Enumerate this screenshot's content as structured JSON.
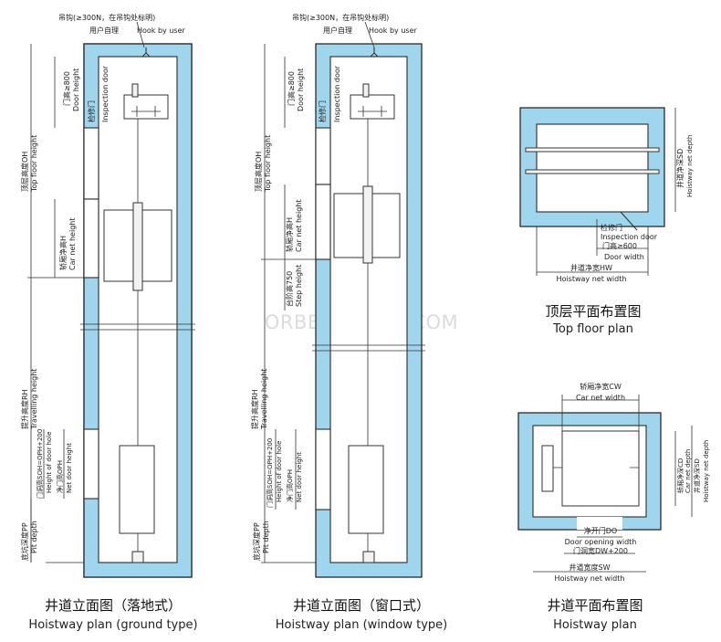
{
  "watermark": "ORBELIGROUP.COM",
  "hook_labels": {
    "cn": "吊钩(≥300N，在吊钩处标明)",
    "cn2": "用户自理",
    "en": "Hook by user"
  },
  "ground_type": {
    "caption_cn": "井道立面图（落地式）",
    "caption_en": "Hoistway plan (ground type)",
    "door_cn": "门高≥800",
    "door_en": "Door height",
    "insp_cn": "检修门",
    "insp_en": "Inspection door",
    "oh_cn": "顶层高度OH",
    "oh_en": "Top floor height",
    "car_cn": "轿厢净高H",
    "car_en": "Car net height",
    "rh_cn": "提升高度RH",
    "rh_en": "Travelling height",
    "soh_cn": "门洞高SOH=OPH+200",
    "soh_en": "Height of door hole",
    "oph_cn": "净门高OPH",
    "oph_en": "Net door height",
    "pp_cn": "底坑深度PP",
    "pp_en": "Pit depth"
  },
  "window_type": {
    "caption_cn": "井道立面图（窗口式）",
    "caption_en": "Hoistway plan (window type)",
    "door_cn": "门高≥800",
    "door_en": "Door height",
    "insp_cn": "检修门",
    "insp_en": "Inspection door",
    "oh_cn": "顶层高度OH",
    "oh_en": "Top floor height",
    "car_cn": "轿厢净高H",
    "car_en": "Car net height",
    "step_cn": "台阶高750",
    "step_en": "Step height",
    "rh_cn": "提升高度RH",
    "rh_en": "Travelling height",
    "soh_cn": "门洞高SOH=OPH+200",
    "soh_en": "Height of door hole",
    "oph_cn": "净门高OPH",
    "oph_en": "Net door height",
    "pp_cn": "底坑深度PP",
    "pp_en": "Pit depth"
  },
  "top_floor": {
    "caption_cn": "顶层平面布置图",
    "caption_en": "Top floor plan",
    "sd_cn": "井道净深SD",
    "sd_en": "Hoistway net depth",
    "insp_cn": "检修门",
    "insp_en": "Inspection door",
    "door_cn": "门高≥600",
    "door_en": "Door width",
    "hw_cn": "井道净宽HW",
    "hw_en": "Hoistway net width"
  },
  "hoistway_plan": {
    "caption_cn": "井道平面布置图",
    "caption_en": "Hoistway plan",
    "cw_cn": "轿厢净宽CW",
    "cw_en": "Car net width",
    "cd_cn": "轿厢净深CD",
    "cd_en": "Car net depth",
    "sd_cn": "井道净深SD",
    "sd_en": "Hoistway net depth",
    "do_cn": "净开门DO",
    "do_en": "Door opening width",
    "dw_cn": "门洞宽DW+200",
    "sw_cn": "井道宽度SW",
    "sw_en": "Hoistway net width"
  },
  "colors": {
    "wall": "#9fd6ee",
    "line": "#333333",
    "background": "#ffffff"
  }
}
